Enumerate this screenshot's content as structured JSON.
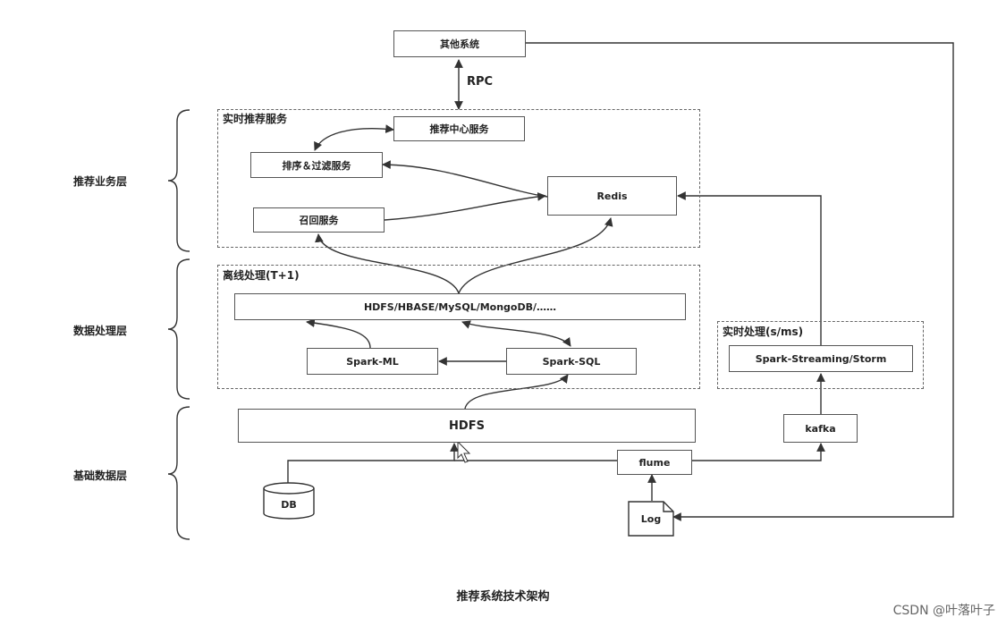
{
  "nodes": {
    "other_systems": "其他系统",
    "recommend_center": "推荐中心服务",
    "sort_filter": "排序＆过滤服务",
    "recall": "召回服务",
    "redis": "Redis",
    "storage": "HDFS/HBASE/MySQL/MongoDB/……",
    "spark_ml": "Spark-ML",
    "spark_sql": "Spark-SQL",
    "spark_streaming": "Spark-Streaming/Storm",
    "hdfs": "HDFS",
    "kafka": "kafka",
    "flume": "flume",
    "db": "DB",
    "log": "Log"
  },
  "groups": {
    "realtime_recommend": "实时推荐服务",
    "offline": "离线处理(T+1)",
    "realtime_process": "实时处理(s/ms)"
  },
  "layers": {
    "business": "推荐业务层",
    "data_processing": "数据处理层",
    "foundation": "基础数据层"
  },
  "edges": {
    "rpc": "RPC"
  },
  "caption": "推荐系统技术架构",
  "watermark": "CSDN @叶落叶子"
}
